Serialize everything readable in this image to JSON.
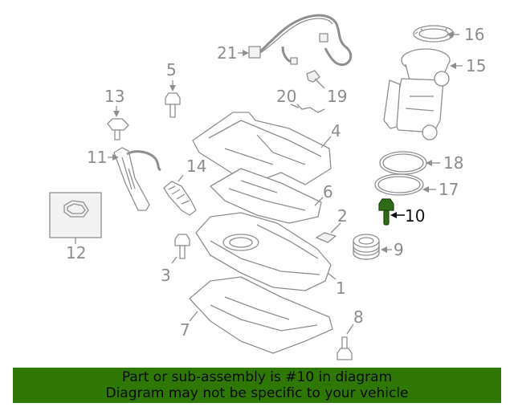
{
  "callouts": {
    "c1": "1",
    "c2": "2",
    "c3": "3",
    "c4": "4",
    "c5": "5",
    "c6": "6",
    "c7": "7",
    "c8": "8",
    "c9": "9",
    "c10": "10",
    "c11": "11",
    "c12": "12",
    "c13": "13",
    "c14": "14",
    "c15": "15",
    "c16": "16",
    "c17": "17",
    "c18": "18",
    "c19": "19",
    "c20": "20",
    "c21": "21"
  },
  "highlight": {
    "part_number": "10",
    "color": "#2e6b16"
  },
  "banner": {
    "line1": "Part or sub-assembly is #10 in diagram",
    "line2": "Diagram may not be specific to your vehicle",
    "background": "#2f7806"
  }
}
